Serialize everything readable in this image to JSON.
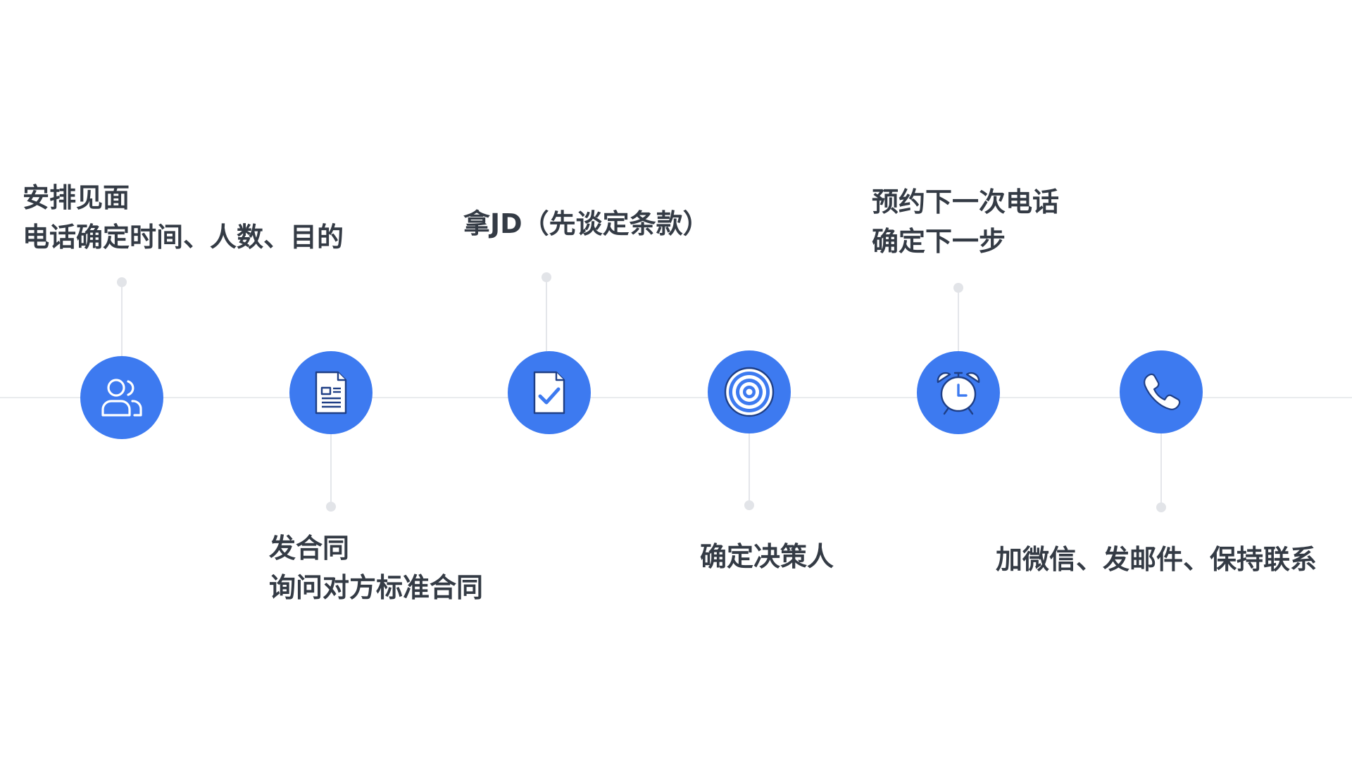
{
  "steps": [
    {
      "id": "arrange-meeting",
      "icon": "users-icon",
      "lines": [
        "安排见面",
        "电话确定时间、人数、目的"
      ],
      "position": "above"
    },
    {
      "id": "send-contract",
      "icon": "document-icon",
      "lines": [
        "发合同",
        "询问对方标准合同"
      ],
      "position": "below"
    },
    {
      "id": "get-jd",
      "icon": "checked-document-icon",
      "lines": [
        "拿JD（先谈定条款）"
      ],
      "position": "above"
    },
    {
      "id": "decision-maker",
      "icon": "target-icon",
      "lines": [
        "确定决策人"
      ],
      "position": "below"
    },
    {
      "id": "next-call",
      "icon": "alarm-clock-icon",
      "lines": [
        "预约下一次电话",
        "确定下一步"
      ],
      "position": "above"
    },
    {
      "id": "keep-contact",
      "icon": "phone-icon",
      "lines": [
        "加微信、发邮件、保持联系"
      ],
      "position": "below"
    }
  ],
  "colors": {
    "node": "#3d7af0",
    "icon_stroke": "#ffffff",
    "icon_dark": "#1f3f86",
    "line": "#e9ebee",
    "dot": "#e2e4e8",
    "text": "#343b45"
  }
}
